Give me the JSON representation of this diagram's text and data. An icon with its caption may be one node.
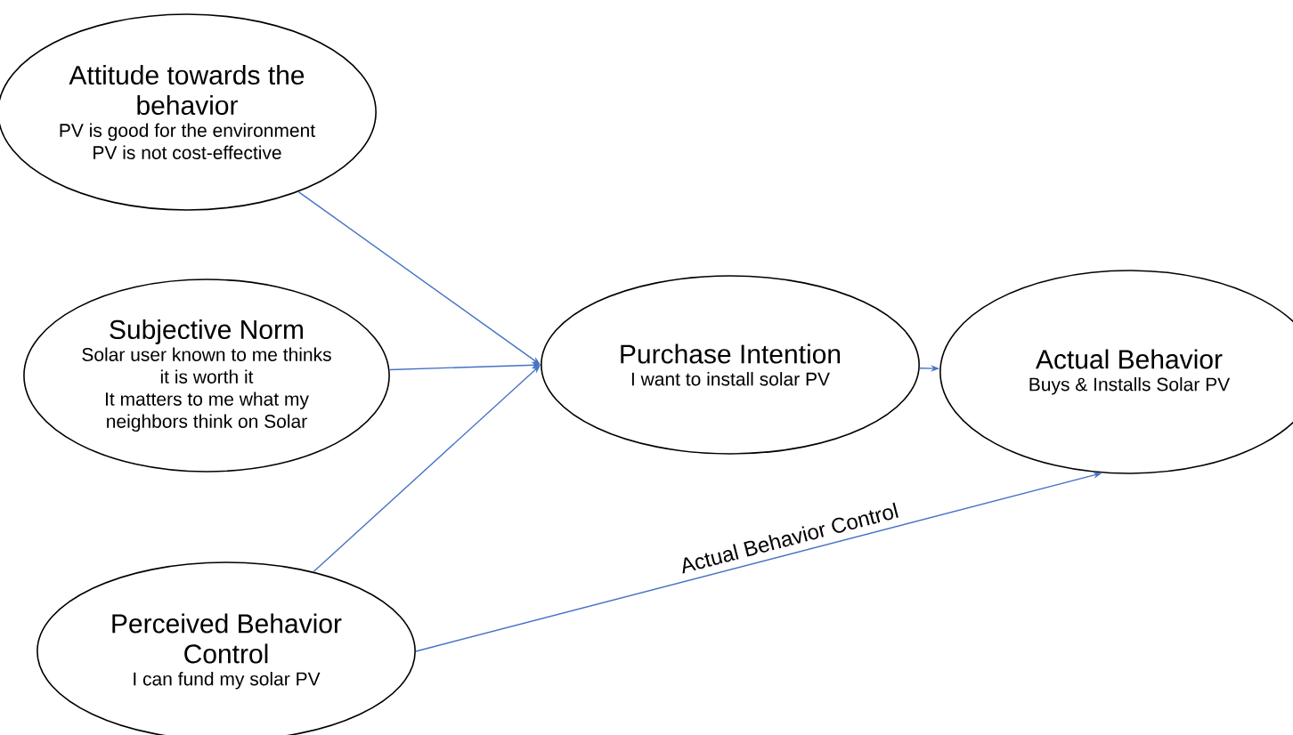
{
  "diagram": {
    "nodes": [
      {
        "text": [
          "Attitude towards the behavior",
          "PV is good for the environment",
          "PV is not cost-effective"
        ]
      },
      {
        "text": [
          "Subjective Norm",
          "Solar user known to me thinks it is worth it",
          "It matters to me what my neighbors think on Solar"
        ]
      },
      {
        "text": [
          "Perceived Behavior Control",
          "I can fund my solar PV"
        ]
      },
      {
        "text": [
          "Purchase Intention",
          "I want to install solar PV"
        ]
      },
      {
        "text": [
          "Actual Behavior",
          "Buys & Installs Solar PV"
        ]
      }
    ],
    "edges": [
      {
        "from": 0,
        "to": 3,
        "arrow": "to"
      },
      {
        "from": 1,
        "to": 3,
        "arrow": "to"
      },
      {
        "from": 2,
        "to": 3,
        "arrow": "to"
      },
      {
        "from": 3,
        "to": 4,
        "arrow": "to"
      },
      {
        "from": 2,
        "to": 4,
        "arrow": "to",
        "label": "Actual Behavior Control"
      }
    ]
  }
}
